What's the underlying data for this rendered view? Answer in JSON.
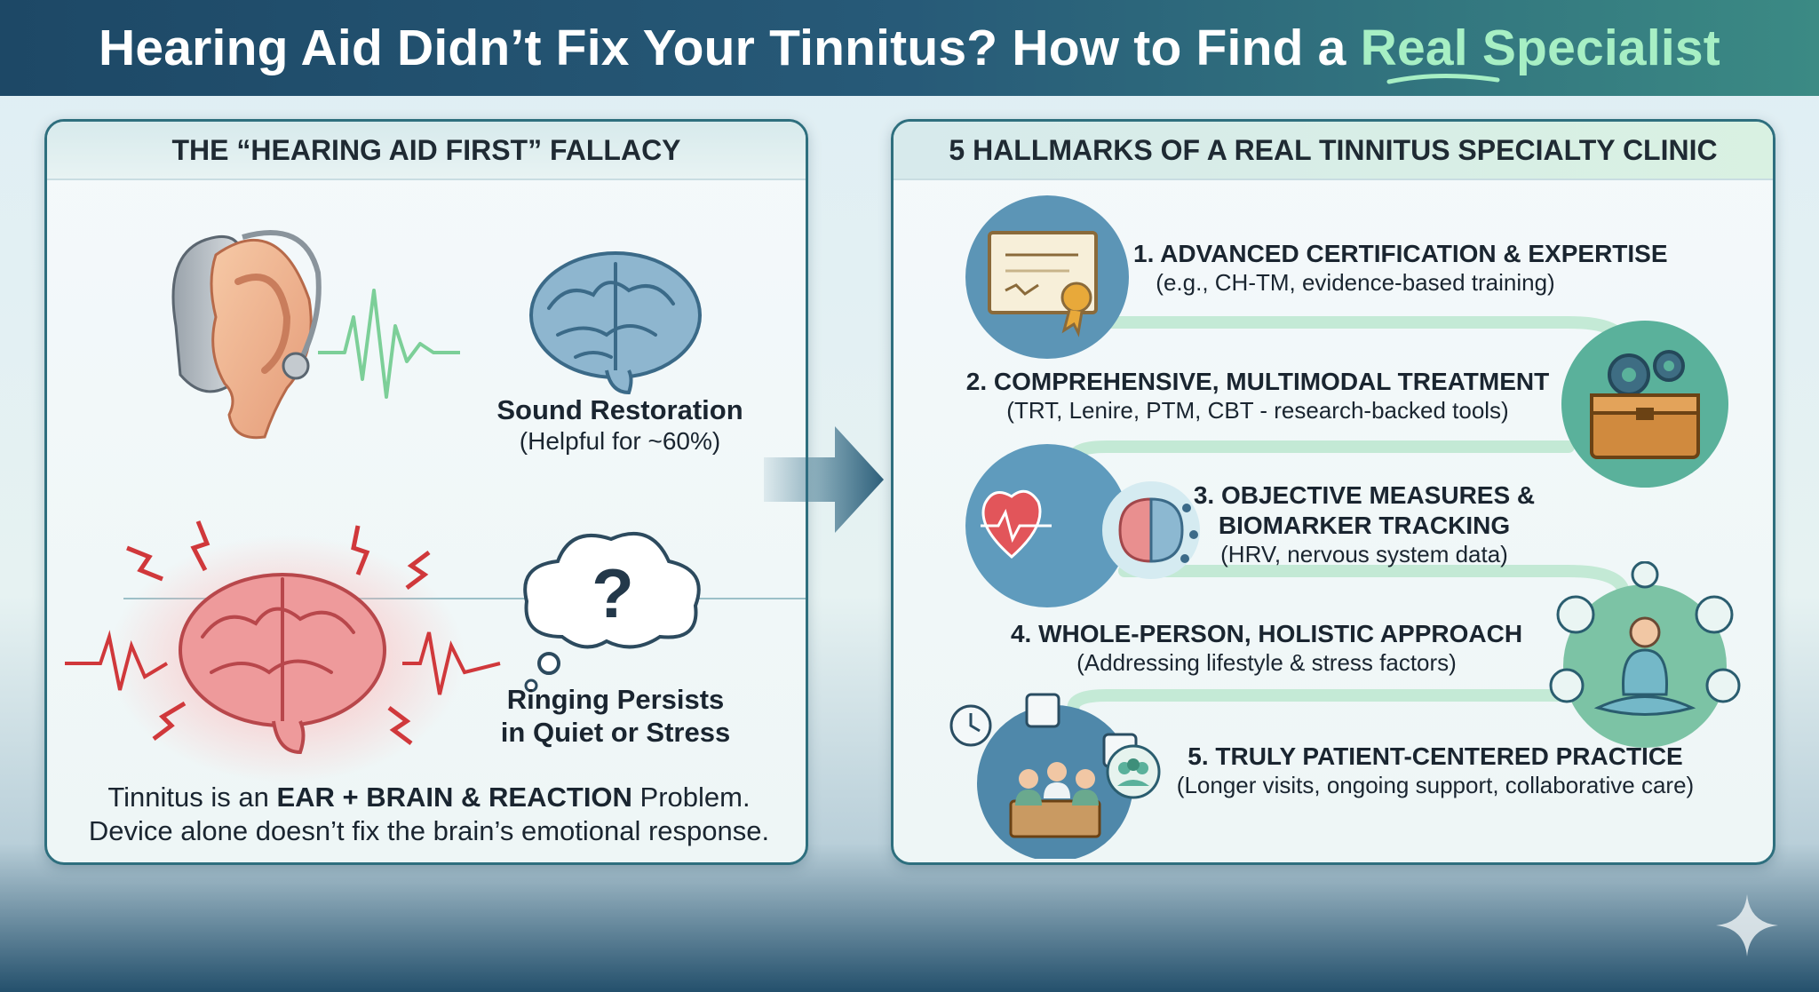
{
  "title": {
    "prefix": "Hearing Aid Didn’t Fix Your Tinnitus? How to Find a ",
    "highlight_1": "Real",
    "highlight_2": "Specialist"
  },
  "left_panel": {
    "heading": "THE “HEARING AID FIRST” FALLACY",
    "sound_restoration_title": "Sound Restoration",
    "sound_restoration_note": "(Helpful for ~60%)",
    "thought_bubble_glyph": "?",
    "ringing_line_1": "Ringing Persists",
    "ringing_line_2": "in Quiet or Stress",
    "summary_prefix": "Tinnitus is an ",
    "summary_bold": "EAR + BRAIN & REACTION",
    "summary_suffix": " Problem.",
    "summary_line_2": "Device alone doesn’t fix the brain’s emotional response."
  },
  "right_panel": {
    "heading": "5 HALLMARKS OF A REAL TINNITUS SPECIALTY CLINIC",
    "hallmarks": [
      {
        "title": "1. ADVANCED CERTIFICATION & EXPERTISE",
        "detail": "(e.g., CH-TM, evidence-based training)",
        "icon": "certificate-icon"
      },
      {
        "title": "2. COMPREHENSIVE, MULTIMODAL TREATMENT",
        "detail": "(TRT, Lenire, PTM, CBT - research-backed tools)",
        "icon": "toolbox-gears-icon"
      },
      {
        "title_line_1": "3. OBJECTIVE MEASURES &",
        "title_line_2": "BIOMARKER TRACKING",
        "detail": "(HRV, nervous system data)",
        "icon": "heart-brain-icon"
      },
      {
        "title": "4. WHOLE-PERSON, HOLISTIC APPROACH",
        "detail": "(Addressing lifestyle & stress factors)",
        "icon": "meditation-icon"
      },
      {
        "title": "5. TRULY PATIENT-CENTERED PRACTICE",
        "detail": "(Longer visits, ongoing support, collaborative care)",
        "icon": "consultation-icon"
      }
    ]
  },
  "colors": {
    "title_bg": "#1d4866",
    "accent_green": "#a7efc4",
    "panel_border": "#2e6f7e",
    "brain_blue": "#5b8aa6",
    "brain_red": "#e0676a"
  }
}
